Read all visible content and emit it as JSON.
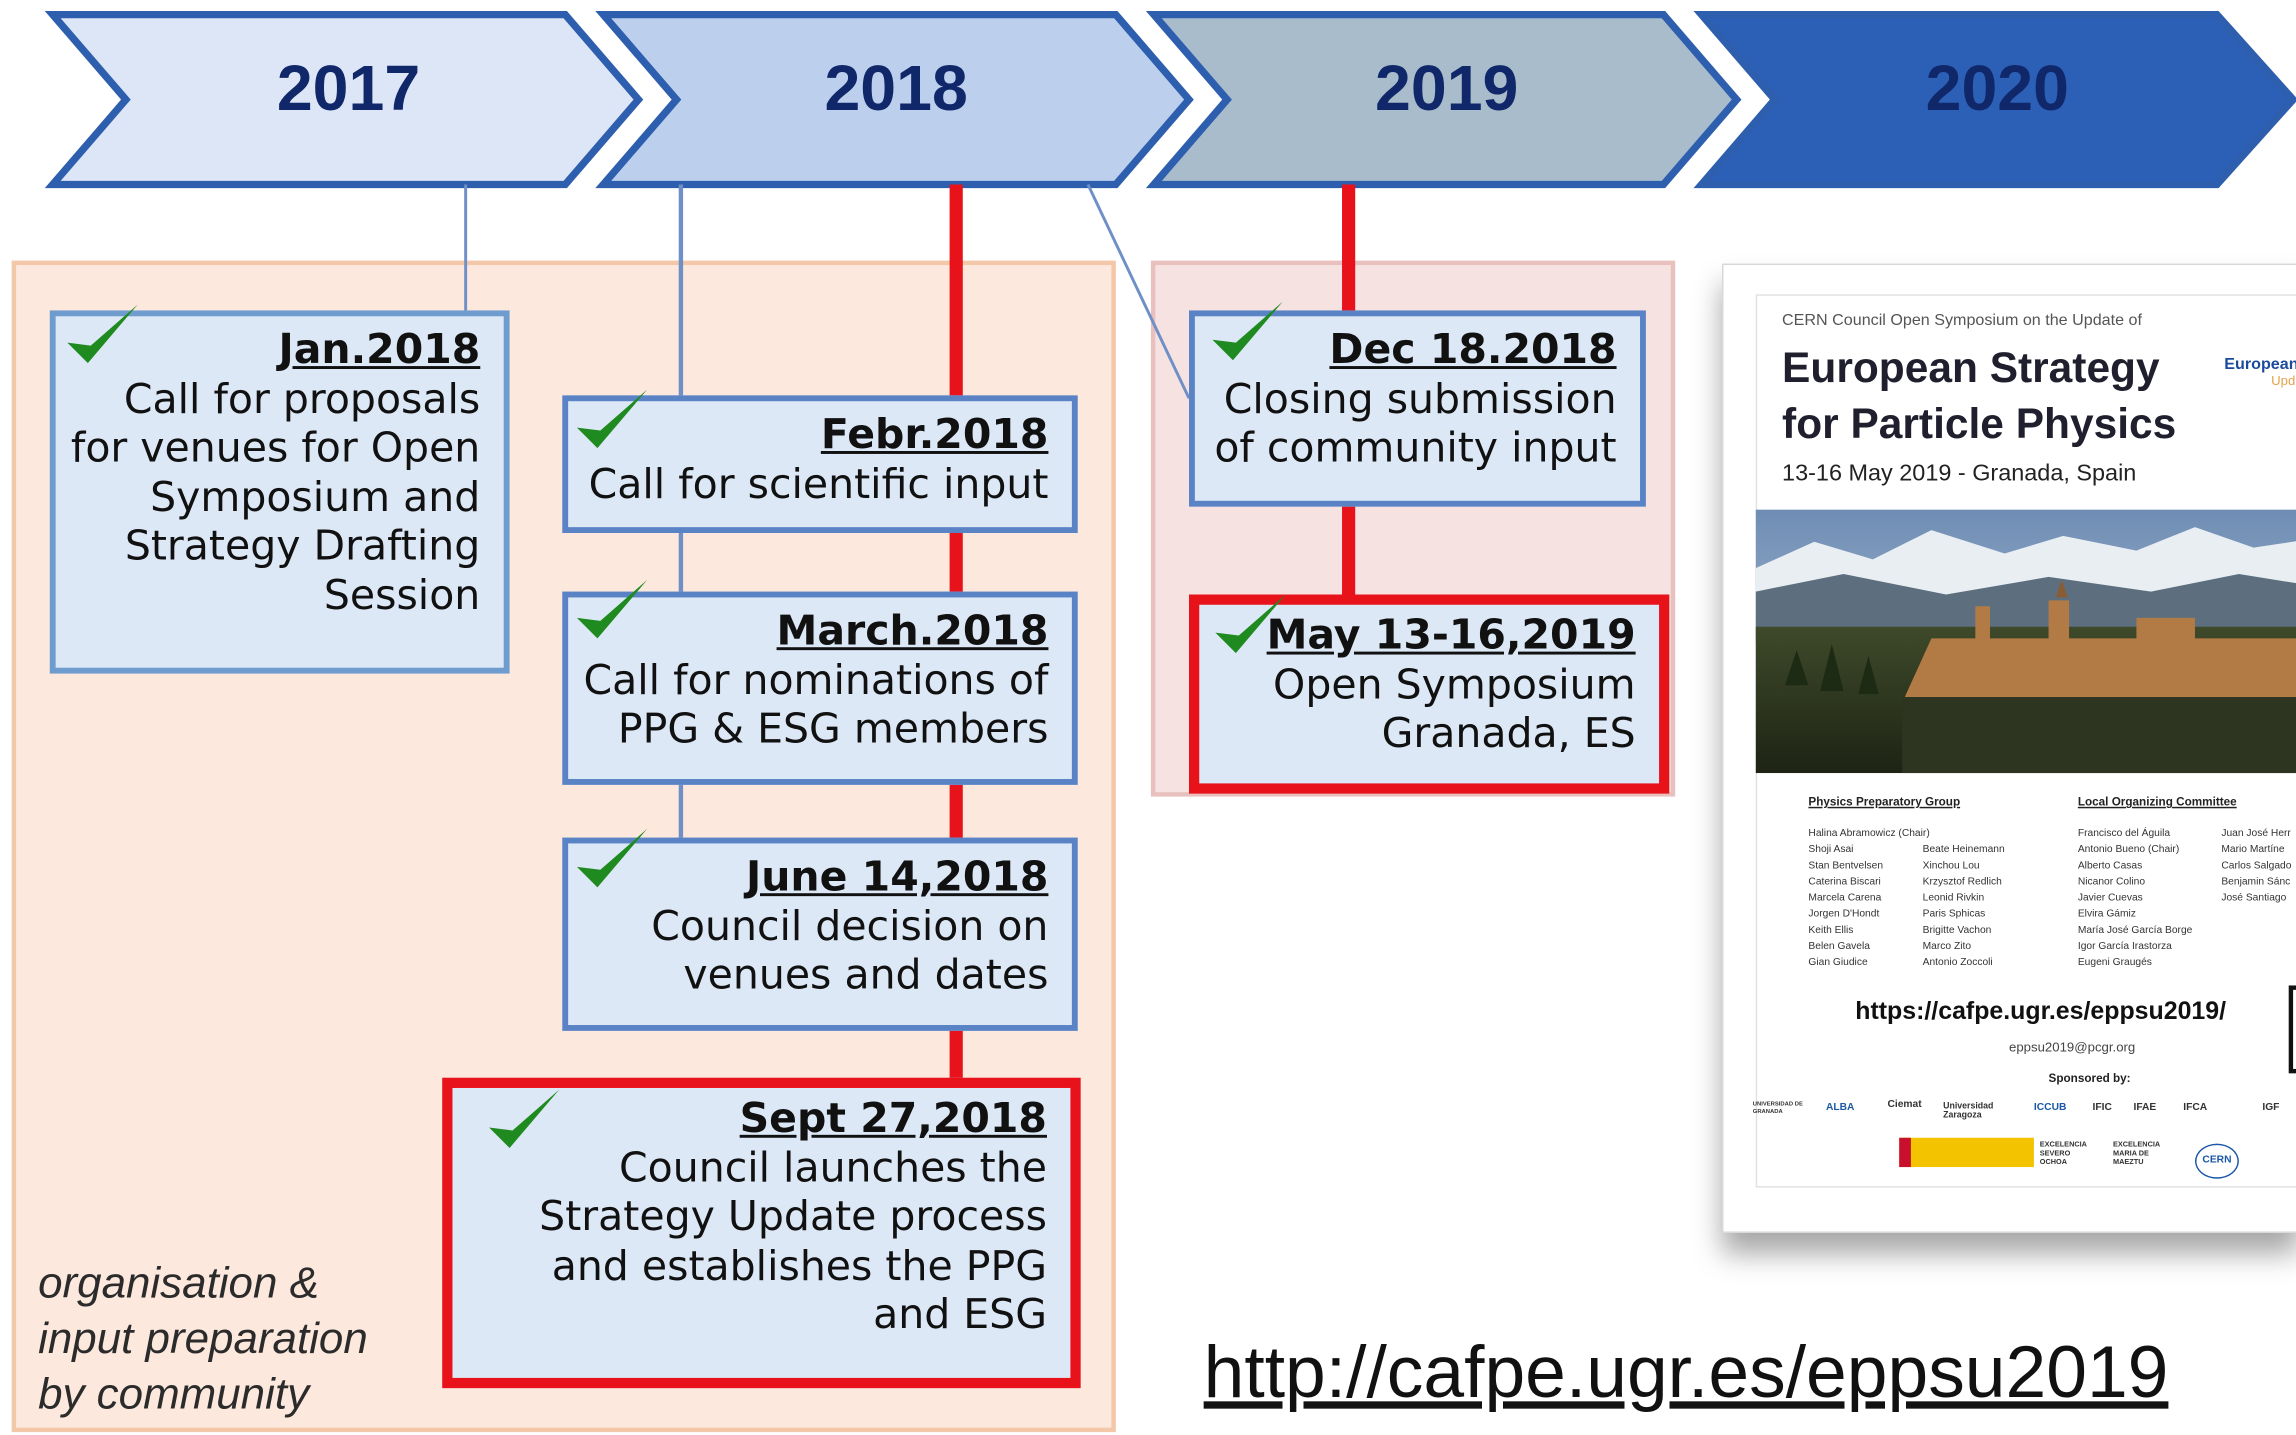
{
  "years": [
    "2017",
    "2018",
    "2019",
    "2020"
  ],
  "boxes": [
    {
      "date": "Jan.2018",
      "lines": [
        "Call for proposals",
        "for venues for Open",
        "Symposium and",
        "Strategy Drafting",
        "Session"
      ]
    },
    {
      "date": "Febr.2018",
      "lines": [
        "Call for scientific input"
      ]
    },
    {
      "date": "March.2018",
      "lines": [
        "Call for nominations of",
        "PPG & ESG members"
      ]
    },
    {
      "date": "June 14,2018",
      "lines": [
        "Council decision on",
        "venues and dates"
      ]
    },
    {
      "date": "Sept 27,2018",
      "lines": [
        "Council launches the",
        "Strategy Update process",
        "and establishes the PPG",
        "and ESG"
      ]
    },
    {
      "date": "Dec 18.2018",
      "lines": [
        "Closing submission",
        "of community input"
      ]
    },
    {
      "date": "May 13-16,2019",
      "lines": [
        "Open Symposium",
        "Granada, ES"
      ]
    }
  ],
  "note": [
    "organisation &",
    "input preparation",
    "by community"
  ],
  "link": "http://cafpe.ugr.es/eppsu2019",
  "poster": {
    "supertitle": "CERN Council Open Symposium on the Update of",
    "title_line1": "European Strategy",
    "title_line2": "for Particle Physics",
    "brand": "European",
    "brand2": "Upd",
    "date": "13-16 May 2019 - Granada, Spain",
    "ppg_heading": "Physics Preparatory Group",
    "ppg_col1": "Halina Abramowicz (Chair)\nShoji Asai\nStan Bentvelsen\nCaterina Biscari\nMarcela Carena\nJorgen D'Hondt\nKeith Ellis\nBelen Gavela\nGian Giudice",
    "ppg_col2": "\nBeate Heinemann\nXinchou Lou\nKrzysztof Redlich\nLeonid Rivkin\nParis Sphicas\nBrigitte Vachon\nMarco Zito\nAntonio Zoccoli",
    "loc_heading": "Local Organizing Committee",
    "loc_col1": "Francisco del Águila\nAntonio Bueno (Chair)\nAlberto Casas\nNicanor Colino\nJavier Cuevas\nElvira Gámiz\nMaría José García Borge\nIgor García Irastorza\nEugeni Graugés",
    "loc_col2": "Juan José Herr\nMario Martíne\nCarlos Salgado\nBenjamin Sánc\nJosé Santiago",
    "url": "https://cafpe.ugr.es/eppsu2019/",
    "email": "eppsu2019@pcgr.org",
    "sponsored": "Sponsored by:",
    "sponsors": [
      "UNIVERSIDAD DE GRANADA",
      "ALBA",
      "Ciemat",
      "Universidad Zaragoza",
      "ICCUB",
      "IFIC",
      "IFAE",
      "IFCA",
      "IGF",
      "EXCELENCIA SEVERO OCHOA",
      "EXCELENCIA MARIA DE MAEZTU",
      "CERN"
    ]
  },
  "colors": {
    "arrow2017": "#dce6f6",
    "arrow2018": "#bcd0ee",
    "arrow2019": "#a9bccb",
    "arrow2020": "#2c5fb6",
    "arrow_border": "#2e5fae",
    "box_border": "#5a83c6",
    "highlight_red": "#e8121b",
    "panel_2018": "#fce9df",
    "panel_2019": "#f7e3e4",
    "year_text": "#10286a",
    "check": "#1f8a1f"
  }
}
